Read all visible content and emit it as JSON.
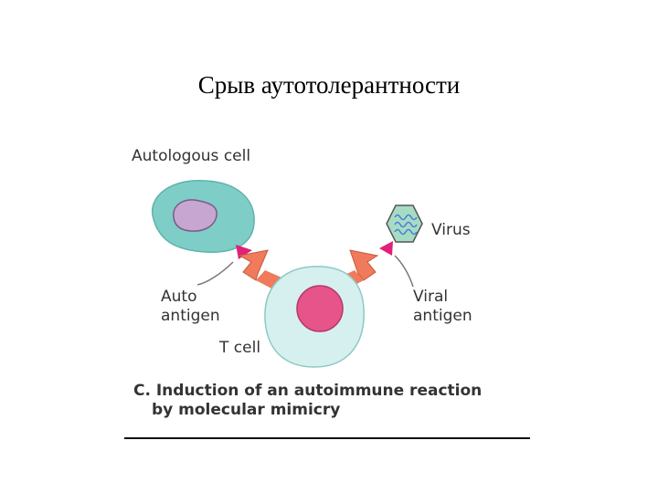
{
  "slide": {
    "title": "Срыв аутотолерантности"
  },
  "figure": {
    "labels": {
      "autologous_cell": "Autologous cell",
      "virus": "Virus",
      "auto_antigen_line1": "Auto",
      "auto_antigen_line2": "antigen",
      "viral_antigen_line1": "Viral",
      "viral_antigen_line2": "antigen",
      "t_cell": "T cell"
    },
    "caption": {
      "line1": "C. Induction of an autoimmune reaction",
      "line2": "by molecular mimicry"
    },
    "colors": {
      "autologous_cell": "#7ecdc7",
      "nucleus_purple": "#c7a6d2",
      "t_cell": "#d6f0ef",
      "t_cell_nucleus": "#e6548a",
      "receptor": "#ef7a5c",
      "antigen": "#e0207a",
      "virus_capsid": "#a7dcc4",
      "virus_rna": "#4a7fd6"
    }
  }
}
